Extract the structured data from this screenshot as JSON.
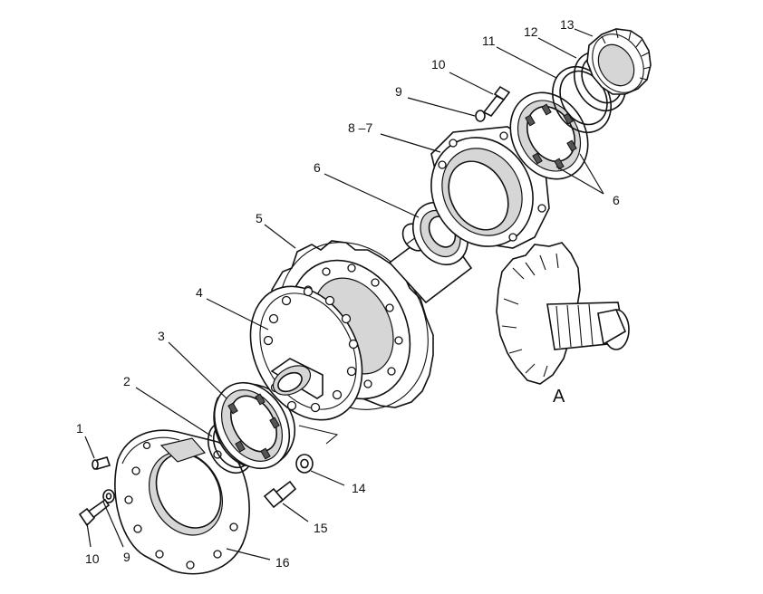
{
  "labels": {
    "l1": "1",
    "l2": "2",
    "l3": "3",
    "l4": "4",
    "l5": "5",
    "l6a": "6",
    "l6b": "6",
    "l7": "8 –7",
    "l9a": "9",
    "l9b": "9",
    "l10a": "10",
    "l10b": "10",
    "l11": "11",
    "l12": "12",
    "l13": "13",
    "l14": "14",
    "l15": "15",
    "l16": "16",
    "detail": "A"
  }
}
